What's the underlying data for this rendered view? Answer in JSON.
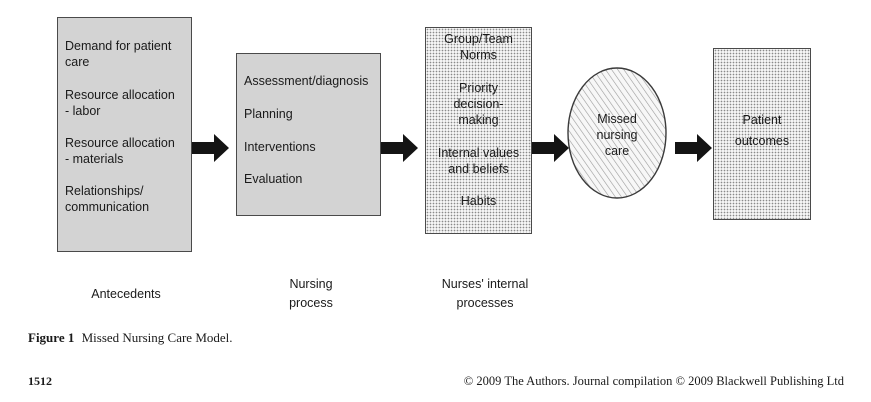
{
  "boxes": {
    "antecedents": [
      "Demand for patient",
      "care",
      "Resource allocation",
      "- labor",
      "Resource allocation",
      "- materials",
      "Relationships/",
      "communication"
    ],
    "nursing_process": [
      "Assessment/diagnosis",
      "Planning",
      "Interventions",
      "Evaluation"
    ],
    "internal": [
      "Group/Team",
      "Norms",
      "Priority",
      "decision-",
      "making",
      "Internal values",
      "and beliefs",
      "Habits"
    ],
    "missed": [
      "Missed",
      "nursing",
      "care"
    ],
    "outcomes": [
      "Patient",
      "outcomes"
    ]
  },
  "labels": {
    "antecedents": "Antecedents",
    "nursing_process": [
      "Nursing",
      "process"
    ],
    "internal": [
      "Nurses' internal",
      "processes"
    ]
  },
  "figure": {
    "number": "Figure 1",
    "caption": "Missed Nursing Care Model."
  },
  "footer": {
    "page": "1512",
    "copyright": "© 2009 The Authors. Journal compilation © 2009 Blackwell Publishing Ltd"
  }
}
